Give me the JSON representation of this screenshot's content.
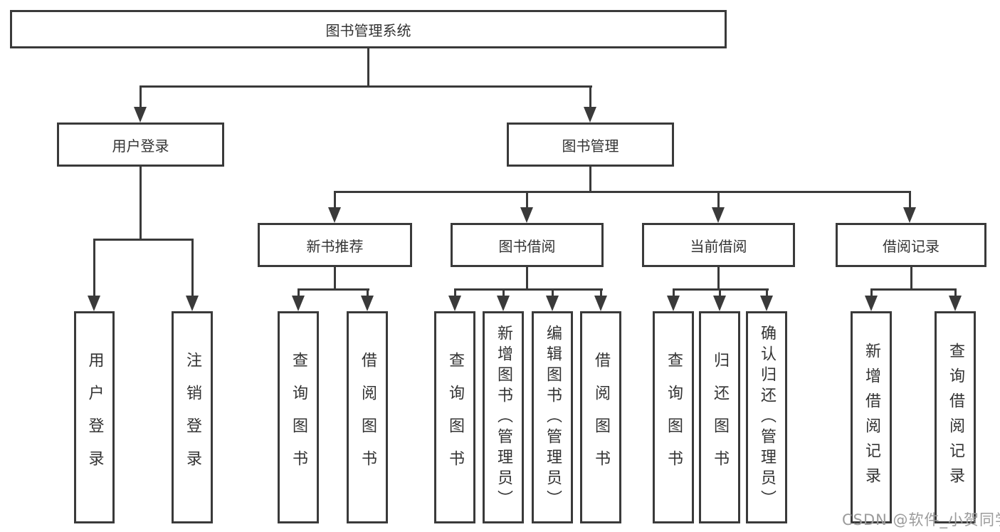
{
  "tree": {
    "label": "图书管理系统",
    "children": [
      {
        "label": "用户登录",
        "children": [
          {
            "label": "用户登录"
          },
          {
            "label": "注销登录"
          }
        ]
      },
      {
        "label": "图书管理",
        "children": [
          {
            "label": "新书推荐",
            "children": [
              {
                "label": "查询图书"
              },
              {
                "label": "借阅图书"
              }
            ]
          },
          {
            "label": "图书借阅",
            "children": [
              {
                "label": "查询图书"
              },
              {
                "label": "新增图书（管理员）"
              },
              {
                "label": "编辑图书（管理员）"
              },
              {
                "label": "借阅图书"
              }
            ]
          },
          {
            "label": "当前借阅",
            "children": [
              {
                "label": "查询图书"
              },
              {
                "label": "归还图书"
              },
              {
                "label": "确认归还（管理员）"
              }
            ]
          },
          {
            "label": "借阅记录",
            "children": [
              {
                "label": "新增借阅记录"
              },
              {
                "label": "查询借阅记录"
              }
            ]
          }
        ]
      }
    ]
  },
  "watermark": {
    "text": "CSDN @软件_小贺同学"
  },
  "colors": {
    "line": "#3a3a3a",
    "box_border": "#3a3a3a",
    "box_background": "#ffffff",
    "text": "#333333",
    "watermark": "#9b9b9b",
    "page_background": "#ffffff"
  }
}
